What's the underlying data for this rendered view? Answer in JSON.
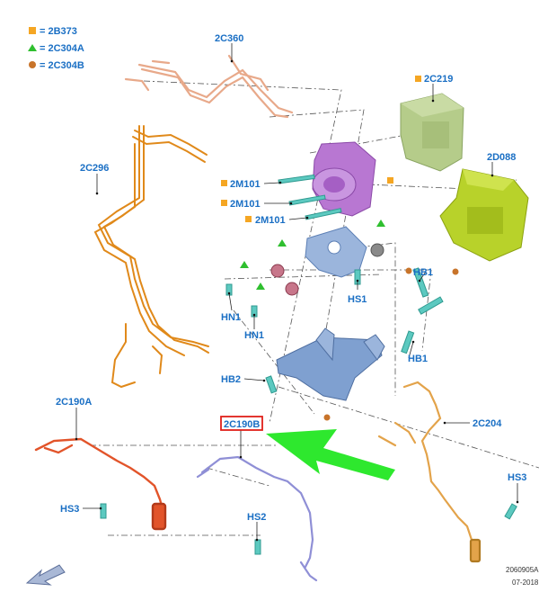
{
  "legend": [
    {
      "symbol": "square",
      "text": "= 2B373"
    },
    {
      "symbol": "triangle",
      "text": "= 2C304A"
    },
    {
      "symbol": "circle",
      "text": "= 2C304B"
    }
  ],
  "labels": {
    "l_2c360": "2C360",
    "l_2c296": "2C296",
    "l_2c219": "2C219",
    "l_2d088": "2D088",
    "l_2m101_a": "2M101",
    "l_2m101_b": "2M101",
    "l_2m101_c": "2M101",
    "l_hb1_a": "HB1",
    "l_hb1_b": "HB1",
    "l_hs1": "HS1",
    "l_hn1_a": "HN1",
    "l_hn1_b": "HN1",
    "l_hb2": "HB2",
    "l_2c190a": "2C190A",
    "l_2c190b": "2C190B",
    "l_2c204": "2C204",
    "l_hs3_a": "HS3",
    "l_hs3_b": "HS3",
    "l_hs2": "HS2"
  },
  "reference": {
    "code": "2060905A",
    "date": "07-2018"
  },
  "colors": {
    "label": "#1a6fc4",
    "square": "#f5a623",
    "triangle": "#2fbf2f",
    "circle": "#c8742a",
    "arrow": "#2ee82e",
    "highlight_box": "#e0201a",
    "line_2c360": "#e8a98a",
    "line_2c296": "#e0891a",
    "line_2c190a": "#e2542a",
    "line_2c190b": "#8f8fd6",
    "line_2c204": "#e3a34a",
    "module_2c219": "#b5cc8a",
    "module_2d088": "#b8d22a",
    "hcu": "#b877d2",
    "bracket": "#7fa0d0",
    "fastener": "#5cc9c0"
  }
}
